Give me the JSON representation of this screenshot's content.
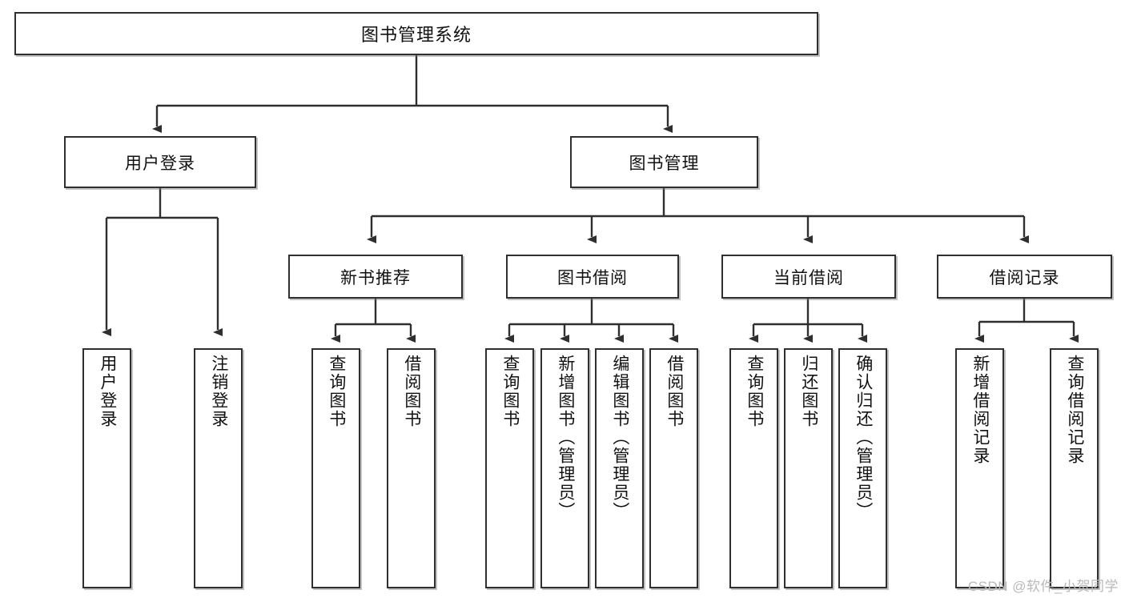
{
  "diagram": {
    "title": "图书管理系统",
    "type": "tree-hierarchy-diagram",
    "colors": {
      "background": "#ffffff",
      "border": "#2f2f2f",
      "text": "#111111",
      "watermark": "#b9b9b9"
    },
    "root": {
      "label": "图书管理系统"
    },
    "level2": [
      {
        "label": "用户登录"
      },
      {
        "label": "图书管理"
      }
    ],
    "level3": [
      {
        "label": "新书推荐"
      },
      {
        "label": "图书借阅"
      },
      {
        "label": "当前借阅"
      },
      {
        "label": "借阅记录"
      }
    ],
    "leaves": {
      "user_login": [
        {
          "label": "用户登录"
        },
        {
          "label": "注销登录"
        }
      ],
      "new_book_recommend": [
        {
          "label": "查询图书"
        },
        {
          "label": "借阅图书"
        }
      ],
      "book_borrow": [
        {
          "label": "查询图书"
        },
        {
          "label": "新增图书（管理员）"
        },
        {
          "label": "编辑图书（管理员）"
        },
        {
          "label": "借阅图书"
        }
      ],
      "current_borrow": [
        {
          "label": "查询图书"
        },
        {
          "label": "归还图书"
        },
        {
          "label": "确认归还（管理员）"
        }
      ],
      "borrow_record": [
        {
          "label": "新增借阅记录"
        },
        {
          "label": "查询借阅记录"
        }
      ]
    }
  },
  "watermark": {
    "text": "CSDN @软件_小贺同学"
  }
}
